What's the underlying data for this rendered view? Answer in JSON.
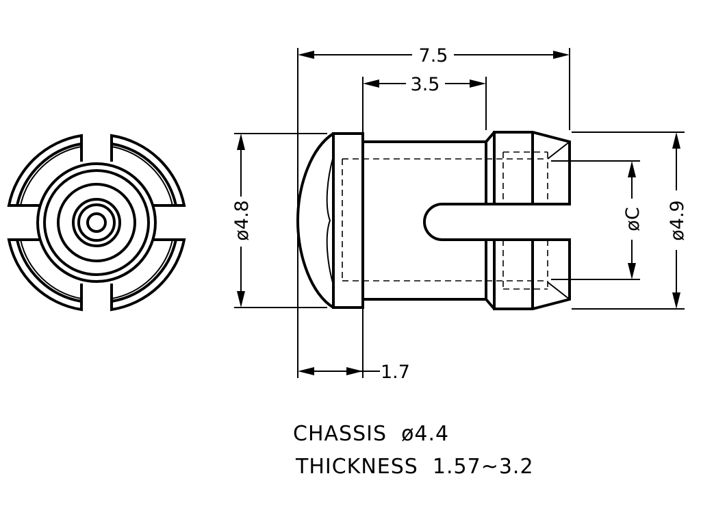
{
  "dimensions": {
    "overall_length": "7.5",
    "slot_length": "3.5",
    "head_diameter": "ø4.8",
    "body_diameter": "ø4.9",
    "bore_diameter": "øC",
    "head_thickness": "1.7"
  },
  "notes": {
    "chassis": "CHASSIS  ø4.4",
    "thickness": "THICKNESS  1.57~3.2"
  }
}
